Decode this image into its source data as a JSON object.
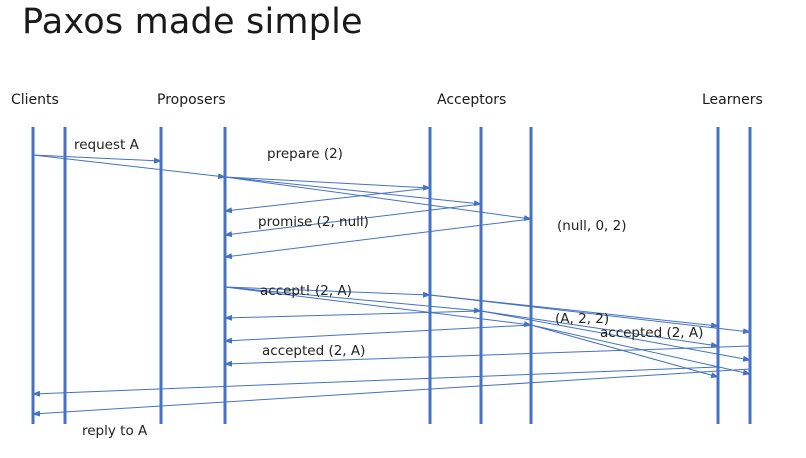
{
  "title": "Paxos made simple",
  "headers": {
    "clients": "Clients",
    "proposers": "Proposers",
    "acceptors": "Acceptors",
    "learners": "Learners"
  },
  "labels": {
    "request": "request A",
    "prepare": "prepare (2)",
    "promise": "promise (2, null)",
    "acceptor_state_initial": "(null, 0, 2)",
    "accept": "accept! (2, A)",
    "acceptor_state_final": "(A, 2, 2)",
    "accepted_to_learners": "accepted (2, A)",
    "accepted_to_proposer": "accepted (2, A)",
    "reply": "reply to A"
  },
  "colors": {
    "lifeline": "#4472c4",
    "arrow": "#4472c4"
  }
}
